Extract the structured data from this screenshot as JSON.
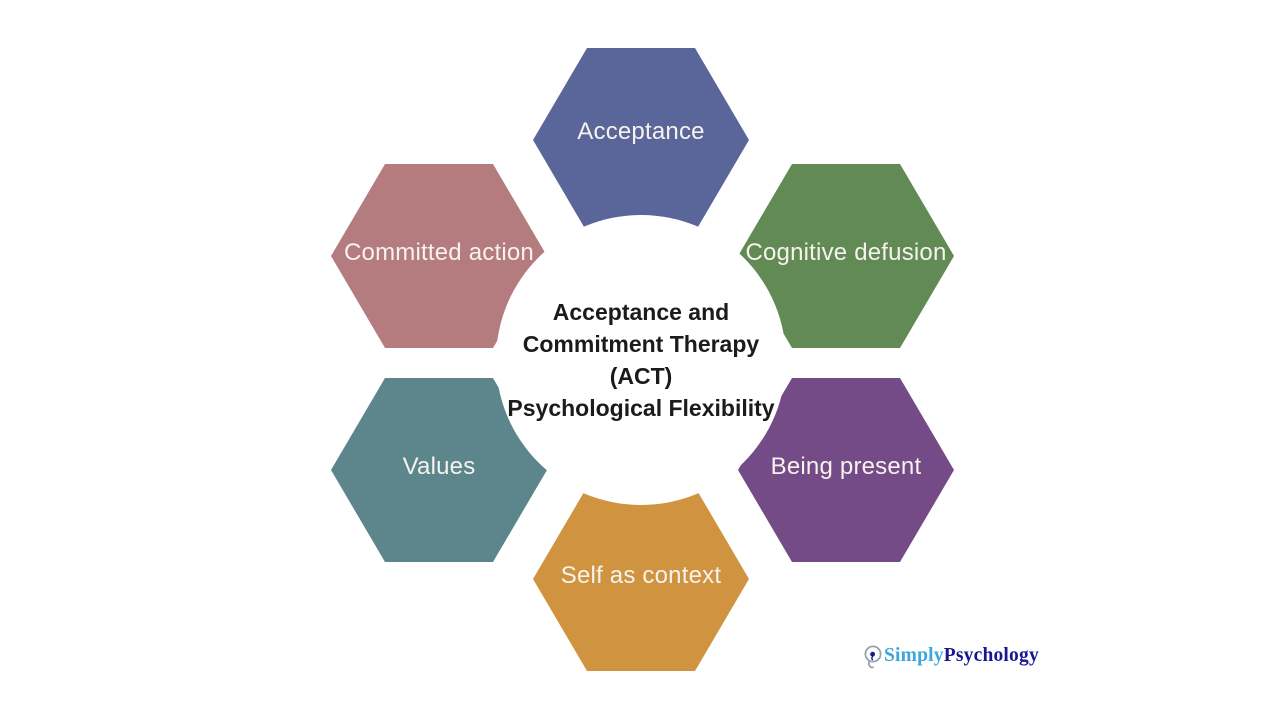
{
  "diagram": {
    "background_color": "#ffffff",
    "label_color": "#f6f3ee",
    "center": {
      "lines": [
        "Acceptance and",
        "Commitment Therapy",
        "(ACT)",
        "Psychological Flexibility"
      ],
      "text_color": "#1b1b1b",
      "circle_color": "#ffffff"
    },
    "hexagons": [
      {
        "id": "acceptance",
        "label": "Acceptance",
        "color": "#5a669a",
        "position": "top"
      },
      {
        "id": "cognitive-defusion",
        "label": "Cognitive defusion",
        "color": "#618a54",
        "position": "top-right"
      },
      {
        "id": "being-present",
        "label": "Being present",
        "color": "#744b86",
        "position": "bottom-right"
      },
      {
        "id": "self-as-context",
        "label": "Self as context",
        "color": "#d09441",
        "position": "bottom"
      },
      {
        "id": "values",
        "label": "Values",
        "color": "#5c858c",
        "position": "bottom-left"
      },
      {
        "id": "committed-action",
        "label": "Committed action",
        "color": "#b57c7f",
        "position": "top-left"
      }
    ]
  },
  "logo": {
    "simply": "Simply",
    "psychology": "Psychology",
    "simply_color": "#3ba7db",
    "psychology_color": "#1a1690",
    "icon": "head-profile-icon",
    "icon_color": "#97a1ab"
  }
}
